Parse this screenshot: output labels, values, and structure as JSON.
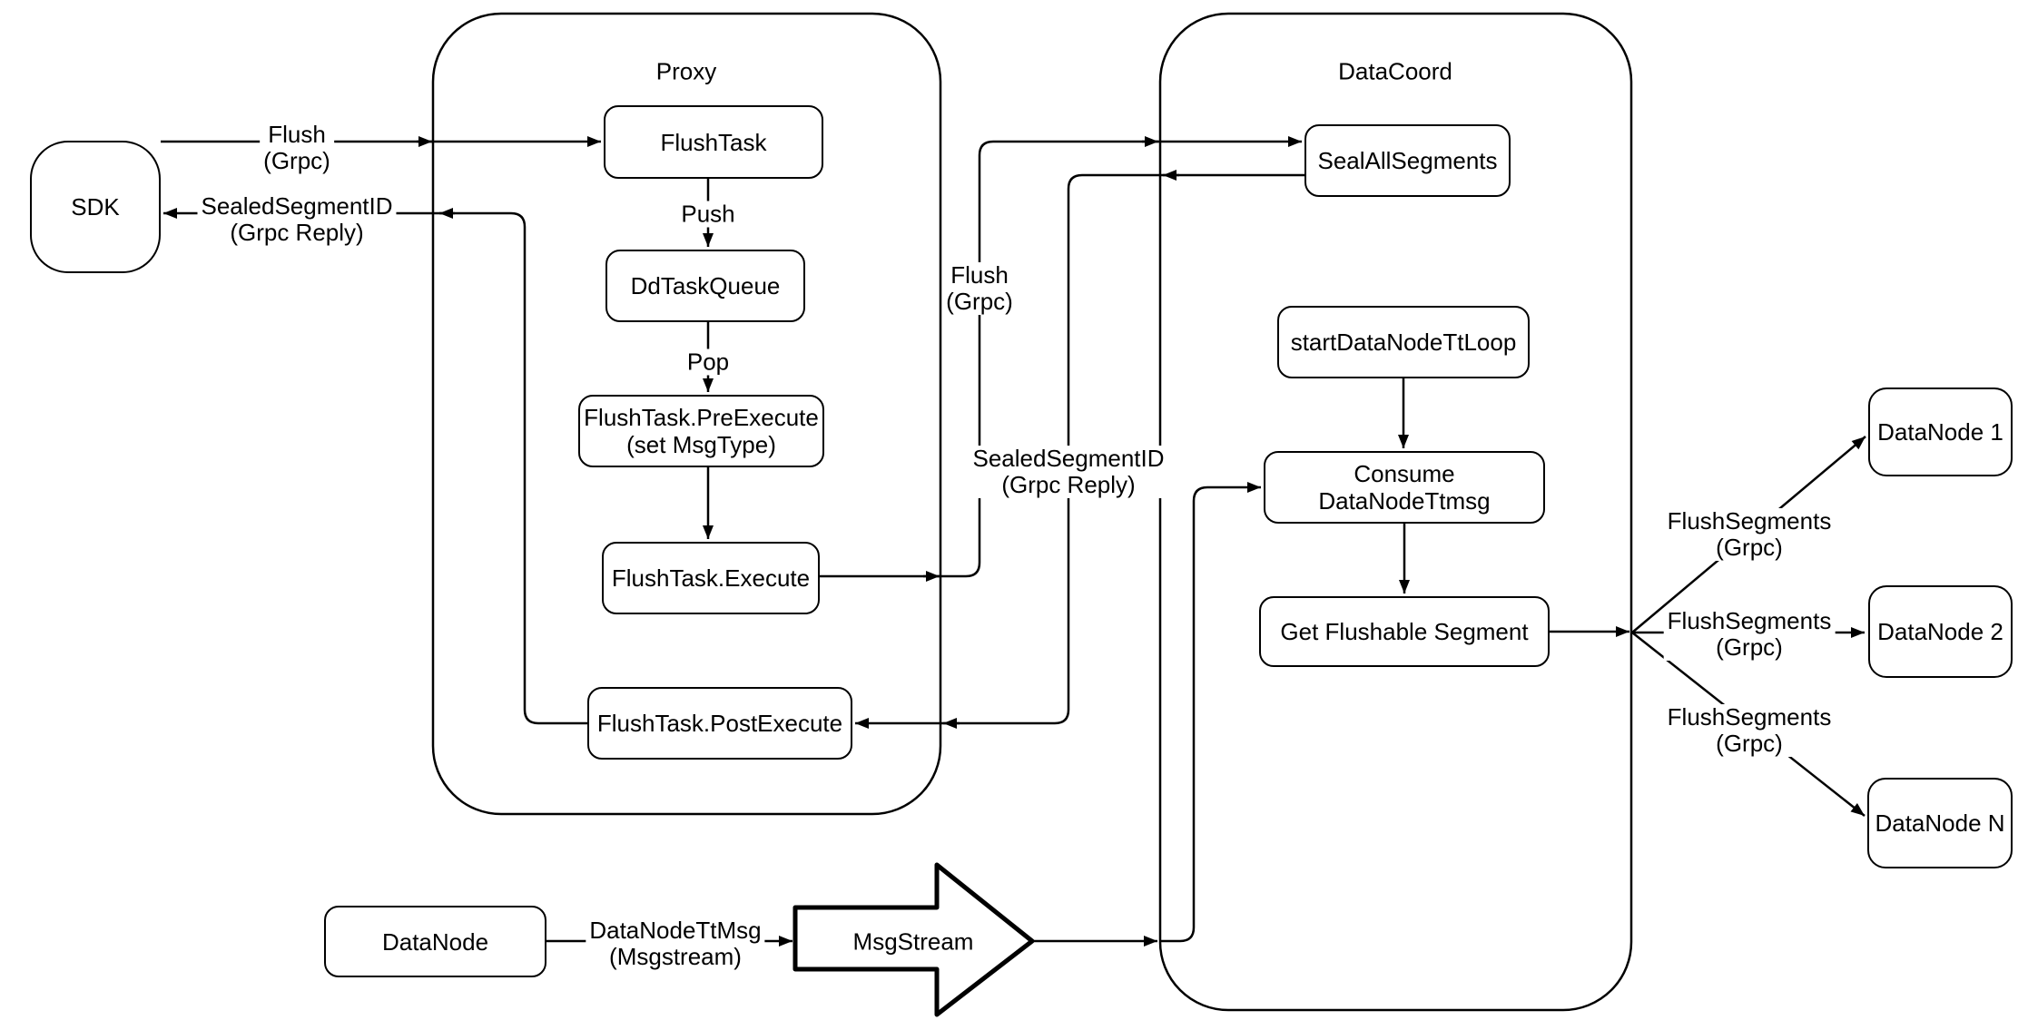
{
  "containers": {
    "proxy_title": "Proxy",
    "datacoord_title": "DataCoord"
  },
  "nodes": {
    "sdk": "SDK",
    "flush_task": "FlushTask",
    "dd_task_queue": "DdTaskQueue",
    "pre_execute": [
      "FlushTask.PreExecute",
      "(set MsgType)"
    ],
    "execute": "FlushTask.Execute",
    "post_execute": "FlushTask.PostExecute",
    "seal_all_segments": "SealAllSegments",
    "start_data_node_tt_loop": "startDataNodeTtLoop",
    "consume_data_node_ttmsg": "Consume DataNodeTtmsg",
    "get_flushable_segment": "Get Flushable Segment",
    "data_node_1": "DataNode 1",
    "data_node_2": "DataNode 2",
    "data_node_n": "DataNode N",
    "data_node_source": "DataNode",
    "msg_stream": "MsgStream"
  },
  "edge_labels": {
    "flush_sdk": [
      "Flush",
      "(Grpc)"
    ],
    "sealed_sdk": [
      "SealedSegmentID",
      "(Grpc Reply)"
    ],
    "push": "Push",
    "pop": "Pop",
    "flush_mid": [
      "Flush",
      "(Grpc)"
    ],
    "sealed_mid": [
      "SealedSegmentID",
      "(Grpc Reply)"
    ],
    "data_node_tt": [
      "DataNodeTtMsg",
      "(Msgstream)"
    ],
    "flush_segments_1": [
      "FlushSegments",
      "(Grpc)"
    ],
    "flush_segments_2": [
      "FlushSegments",
      "(Grpc)"
    ],
    "flush_segments_3": [
      "FlushSegments",
      "(Grpc)"
    ]
  },
  "colors": {
    "stroke": "#000000",
    "background": "#ffffff"
  }
}
